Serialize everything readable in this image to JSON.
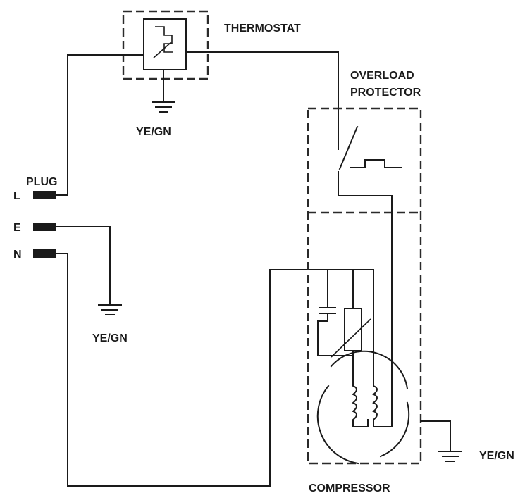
{
  "labels": {
    "thermostat": "THERMOSTAT",
    "overload_line1": "OVERLOAD",
    "overload_line2": "PROTECTOR",
    "compressor": "COMPRESSOR",
    "plug": "PLUG",
    "terminal_l": "L",
    "terminal_e": "E",
    "terminal_n": "N",
    "ground_thermostat": "YE/GN",
    "ground_plug": "YE/GN",
    "ground_compressor": "YE/GN"
  },
  "colors": {
    "line": "#1a1a1a",
    "background": "#ffffff"
  }
}
